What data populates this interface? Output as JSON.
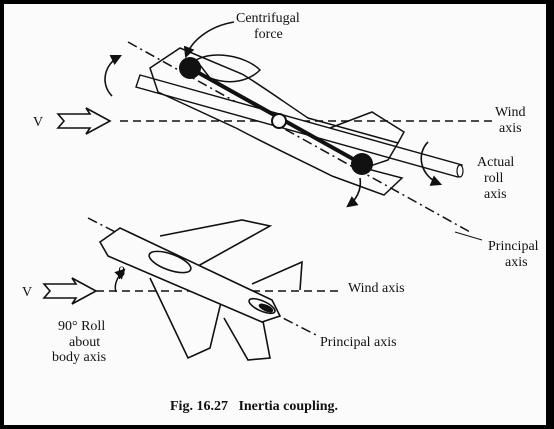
{
  "labels": {
    "centrifugal_1": "Centrifugal",
    "centrifugal_2": "force",
    "v_top": "V",
    "wind_axis_top_1": "Wind",
    "wind_axis_top_2": "axis",
    "actual_roll_1": "Actual",
    "actual_roll_2": "roll",
    "actual_roll_3": "axis",
    "principal_top_1": "Principal",
    "principal_top_2": "axis",
    "beta": "β",
    "v_bottom": "V",
    "wind_axis_bottom": "Wind axis",
    "roll_note_1": "90° Roll",
    "roll_note_2": "about",
    "roll_note_3": "body axis",
    "principal_bottom": "Principal axis"
  },
  "caption": "Fig. 16.27   Inertia coupling."
}
